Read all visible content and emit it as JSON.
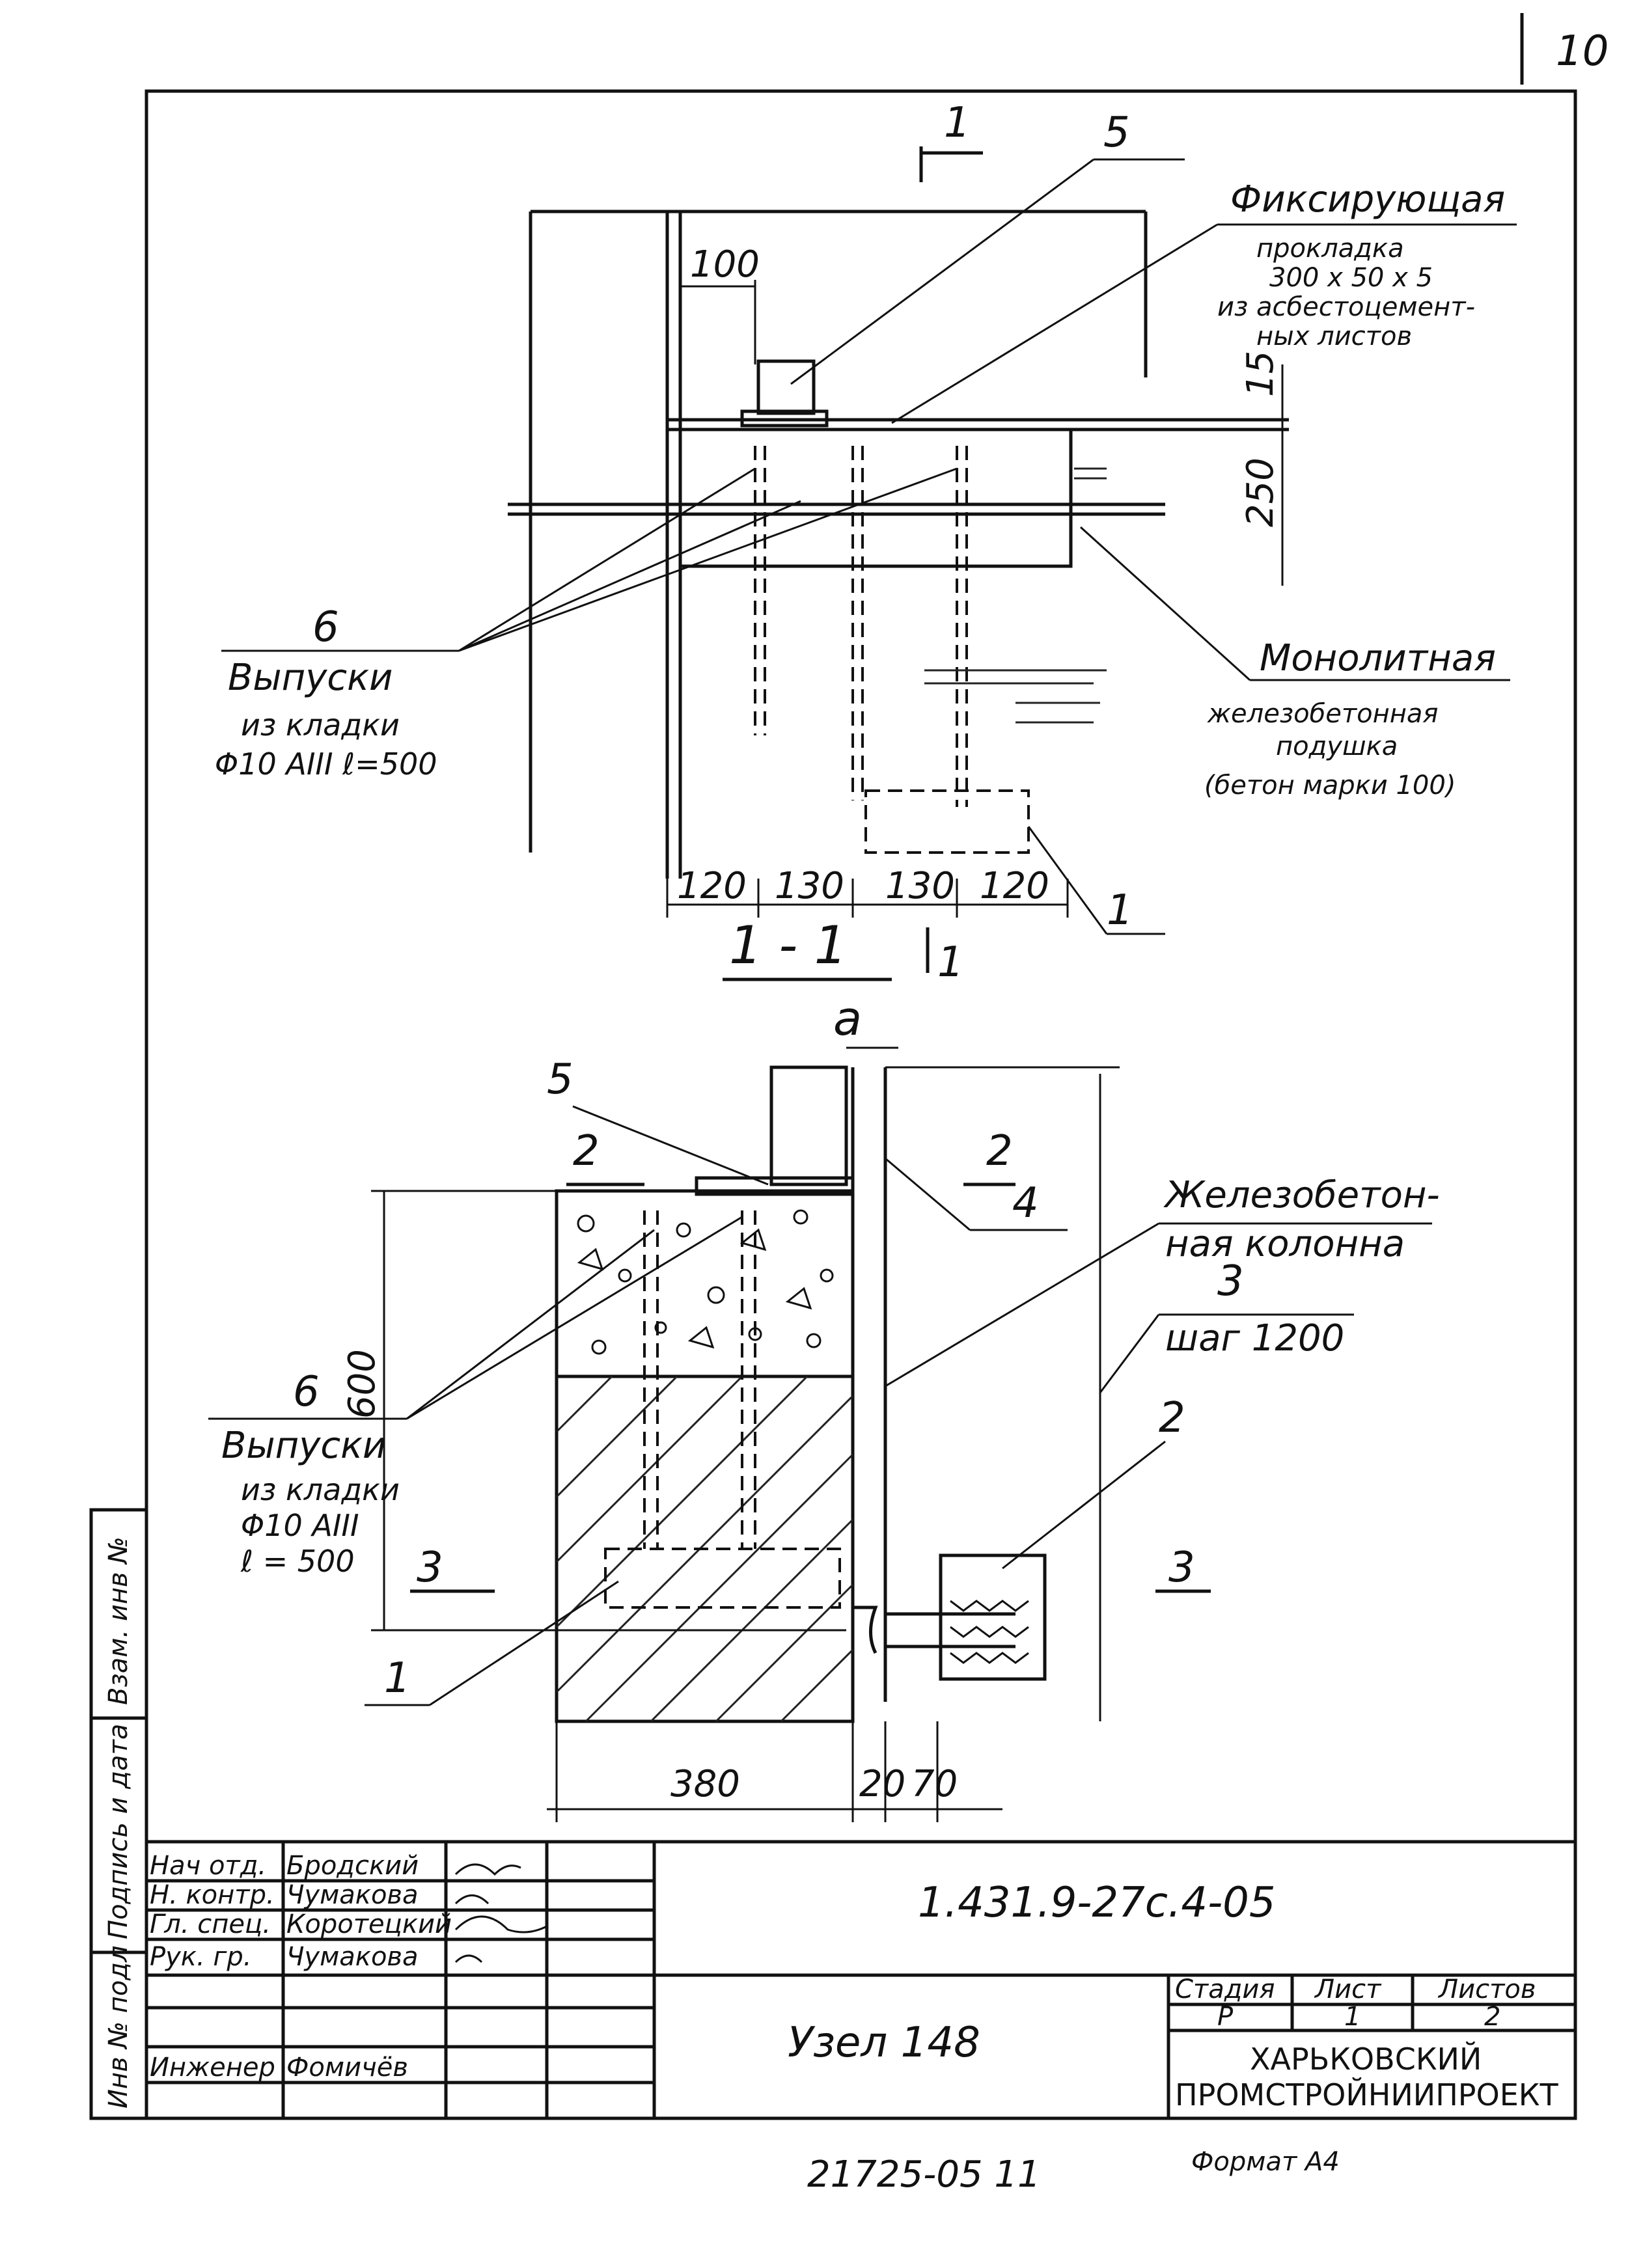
{
  "sheet_number": "10",
  "section_marker": "1",
  "callouts": {
    "five": "5",
    "six": "6",
    "one": "1",
    "two": "2",
    "three": "3",
    "four": "4"
  },
  "notes": {
    "fixing_pad": [
      "Фиксирующая",
      "прокладка",
      "300 x 50 x 5",
      "из асбестоцемент-",
      "ных листов"
    ],
    "monolithic": [
      "Монолитная",
      "железобетонная",
      "подушка",
      "(бетон марки 100)"
    ],
    "vypuski_top": [
      "Выпуски",
      "из кладки",
      "Φ10 AIII  ℓ=500"
    ],
    "vypuski_bottom": [
      "Выпуски",
      "из кладки",
      "Φ10 AIII",
      "ℓ = 500"
    ],
    "column": [
      "Железобетон-",
      "ная колонна"
    ],
    "step": "шаг 1200"
  },
  "dimensions": {
    "d100": "100",
    "d15": "15",
    "d250": "250",
    "d120a": "120",
    "d130a": "130",
    "d130b": "130",
    "d120b": "120",
    "d600": "600",
    "d380": "380",
    "d20": "20",
    "d70": "70",
    "a": "a"
  },
  "section_title": "1 - 1",
  "cut_marks": {
    "c2a": "2",
    "c2b": "2",
    "c3a": "3",
    "c3b": "3",
    "c1": "1"
  },
  "side_stamp": [
    "Инв № подл",
    "Подпись и дата",
    "Взам. инв №"
  ],
  "title_block": {
    "rows": [
      {
        "role": "Нач отд.",
        "name": "Бродский"
      },
      {
        "role": "Н. контр.",
        "name": "Чумакова"
      },
      {
        "role": "Гл. спец.",
        "name": "Коротецкий"
      },
      {
        "role": "Рук. гр.",
        "name": "Чумакова"
      },
      {
        "role": "",
        "name": ""
      },
      {
        "role": "",
        "name": ""
      },
      {
        "role": "Инженер",
        "name": "Фомичёв"
      }
    ],
    "doc_code": "1.431.9-27с.4-05",
    "node_name": "Узел 148",
    "stage_header": "Стадия",
    "sheet_header": "Лист",
    "sheets_header": "Листов",
    "stage": "Р",
    "sheet": "1",
    "sheets": "2",
    "org": [
      "ХАРЬКОВСКИЙ",
      "ПРОМСТРОЙНИИПРОЕКТ"
    ]
  },
  "footer": {
    "number": "21725-05  11",
    "format": "Формат А4"
  }
}
